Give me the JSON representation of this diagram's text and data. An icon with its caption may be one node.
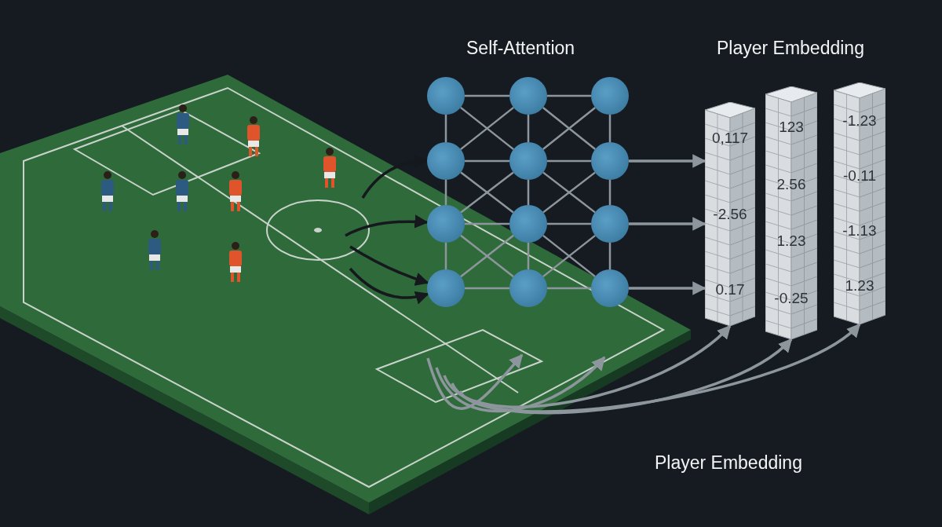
{
  "diagram": {
    "nodes": [
      {
        "text": [],
        "shape": "circle"
      },
      {
        "text": [],
        "shape": "circle"
      },
      {
        "text": [],
        "shape": "circle"
      },
      {
        "text": [],
        "shape": "circle"
      },
      {
        "text": [],
        "shape": "circle"
      },
      {
        "text": [],
        "shape": "circle"
      },
      {
        "text": [],
        "shape": "circle"
      },
      {
        "text": [],
        "shape": "circle"
      },
      {
        "text": [],
        "shape": "circle"
      },
      {
        "text": [],
        "shape": "circle"
      },
      {
        "text": [],
        "shape": "circle"
      },
      {
        "text": [],
        "shape": "circle"
      },
      {
        "text": [
          "0,117",
          "-2.56",
          "0.17"
        ]
      },
      {
        "text": [
          "123",
          "2.56",
          "1.23",
          "-0.25"
        ]
      },
      {
        "text": [
          "-1.23",
          "-0.11",
          "-1.13",
          "1.23"
        ]
      }
    ],
    "edges": [
      {
        "from": null,
        "to": 3,
        "arrow": "to",
        "color": "#15191e"
      },
      {
        "from": null,
        "to": 6,
        "arrow": "to",
        "color": "#15191e"
      },
      {
        "from": null,
        "to": 9,
        "arrow": "to",
        "color": "#15191e"
      },
      {
        "from": null,
        "to": 9,
        "arrow": "to",
        "color": "#15191e"
      },
      {
        "from": 0,
        "to": 1,
        "arrow": "none"
      },
      {
        "from": 1,
        "to": 2,
        "arrow": "none"
      },
      {
        "from": 3,
        "to": 4,
        "arrow": "none"
      },
      {
        "from": 4,
        "to": 5,
        "arrow": "none"
      },
      {
        "from": 6,
        "to": 7,
        "arrow": "none"
      },
      {
        "from": 7,
        "to": 8,
        "arrow": "none"
      },
      {
        "from": 9,
        "to": 10,
        "arrow": "none"
      },
      {
        "from": 10,
        "to": 11,
        "arrow": "none"
      },
      {
        "from": 0,
        "to": 3,
        "arrow": "none"
      },
      {
        "from": 3,
        "to": 6,
        "arrow": "none"
      },
      {
        "from": 6,
        "to": 9,
        "arrow": "none"
      },
      {
        "from": 1,
        "to": 4,
        "arrow": "none"
      },
      {
        "from": 4,
        "to": 7,
        "arrow": "none"
      },
      {
        "from": 7,
        "to": 10,
        "arrow": "none"
      },
      {
        "from": 2,
        "to": 5,
        "arrow": "none"
      },
      {
        "from": 5,
        "to": 8,
        "arrow": "none"
      },
      {
        "from": 8,
        "to": 11,
        "arrow": "none"
      },
      {
        "from": 0,
        "to": 4,
        "arrow": "none"
      },
      {
        "from": 1,
        "to": 3,
        "arrow": "none"
      },
      {
        "from": 1,
        "to": 5,
        "arrow": "none"
      },
      {
        "from": 2,
        "to": 4,
        "arrow": "none"
      },
      {
        "from": 3,
        "to": 7,
        "arrow": "none"
      },
      {
        "from": 4,
        "to": 6,
        "arrow": "none"
      },
      {
        "from": 4,
        "to": 8,
        "arrow": "none"
      },
      {
        "from": 5,
        "to": 7,
        "arrow": "none"
      },
      {
        "from": 6,
        "to": 10,
        "arrow": "none"
      },
      {
        "from": 7,
        "to": 9,
        "arrow": "none"
      },
      {
        "from": 7,
        "to": 11,
        "arrow": "none"
      },
      {
        "from": 8,
        "to": 10,
        "arrow": "none"
      },
      {
        "from": 5,
        "to": 12,
        "arrow": "to"
      },
      {
        "from": 8,
        "to": 12,
        "arrow": "to"
      },
      {
        "from": 11,
        "to": 12,
        "arrow": "to"
      },
      {
        "from": null,
        "to": 12,
        "arrow": "to"
      },
      {
        "from": null,
        "to": 13,
        "arrow": "to"
      },
      {
        "from": null,
        "to": 14,
        "arrow": "to"
      }
    ],
    "labels": [
      "Self-Attention",
      "Player Embedding",
      "Player Embedding"
    ]
  }
}
